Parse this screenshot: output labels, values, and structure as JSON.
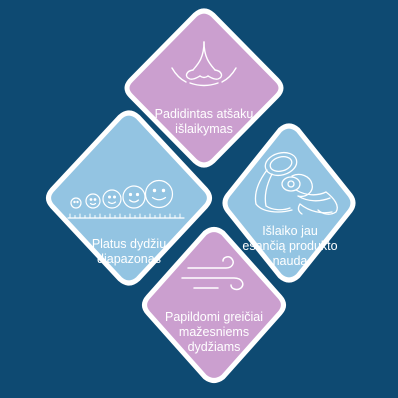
{
  "colors": {
    "background": "#0e4a72",
    "pink": "#cb9fcf",
    "blue": "#93c4e2",
    "border": "#ffffff",
    "text": "#ffffff"
  },
  "panels": {
    "top": {
      "icon": "nose-icon",
      "label": "Padidintas atšakų\nišlaikymas"
    },
    "left": {
      "icon": "size-range-icon",
      "label": "Platus dydžių\ndiapazonas"
    },
    "right": {
      "icon": "nasal-mask-icon",
      "label": "Išlaiko jau\nesančią produkto\nnaudą"
    },
    "bottom": {
      "icon": "wind-icon",
      "label": "Papildomi greičiai\nmažesniems\ndydžiams"
    }
  }
}
